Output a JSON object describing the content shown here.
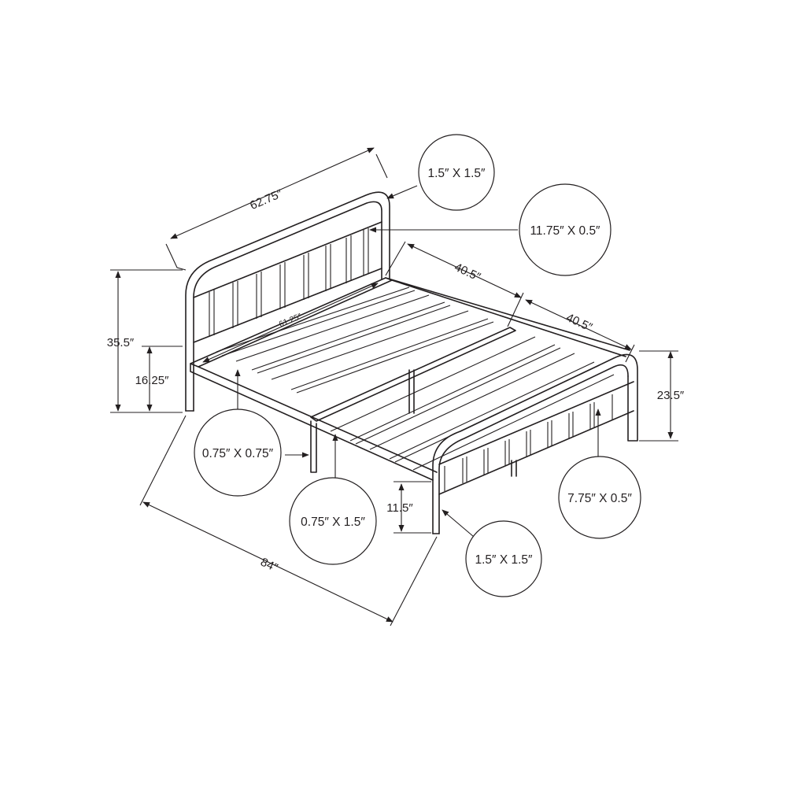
{
  "dimensions": {
    "headboard_width": "62.75″",
    "overall_height": "35.5″",
    "headboard_bottom_height": "16.25″",
    "inner_width": "61.25″",
    "half_length_a": "40.5″",
    "half_length_b": "40.5″",
    "footboard_height": "23.5″",
    "clearance": "11.5″",
    "overall_length": "84″"
  },
  "callouts": {
    "headboard_post": "1.5″ X 1.5″",
    "headboard_panel": "11.75″ X 0.5″",
    "side_rail": "0.75″ X 0.75″",
    "center_leg": "0.75″ X 1.5″",
    "footboard_panel": "7.75″ X 0.5″",
    "footboard_post": "1.5″ X 1.5″"
  }
}
